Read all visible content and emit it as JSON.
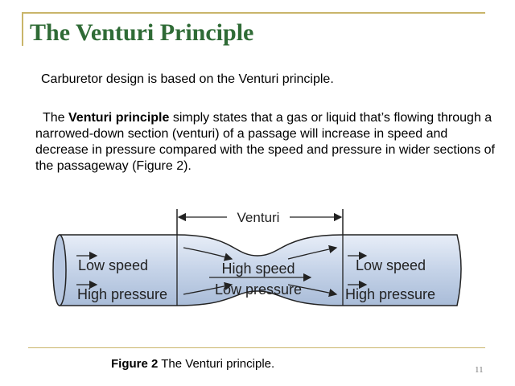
{
  "slide": {
    "title": "The Venturi Principle",
    "intro": "Carburetor design is based on the Venturi principle.",
    "body": {
      "prefix": "The ",
      "bold": "Venturi principle",
      "rest": " simply states that a gas or liquid that’s flowing through a narrowed-down section (venturi) of a passage will increase in speed and decrease in pressure compared with the speed and pressure in wider sections of the passageway (Figure 2)."
    },
    "page_number": "11"
  },
  "figure": {
    "venturi_label": "Venturi",
    "left_section": {
      "line1": "Low speed",
      "line2": "High pressure"
    },
    "middle_section": {
      "line1": "High speed",
      "line2": "Low pressure"
    },
    "right_section": {
      "line1": "Low speed",
      "line2": "High pressure"
    },
    "caption_label": "Figure 2",
    "caption_text": " The Venturi principle.",
    "pipe_color": "#c5d3e8",
    "pipe_edge_color": "#9eb2d0"
  }
}
